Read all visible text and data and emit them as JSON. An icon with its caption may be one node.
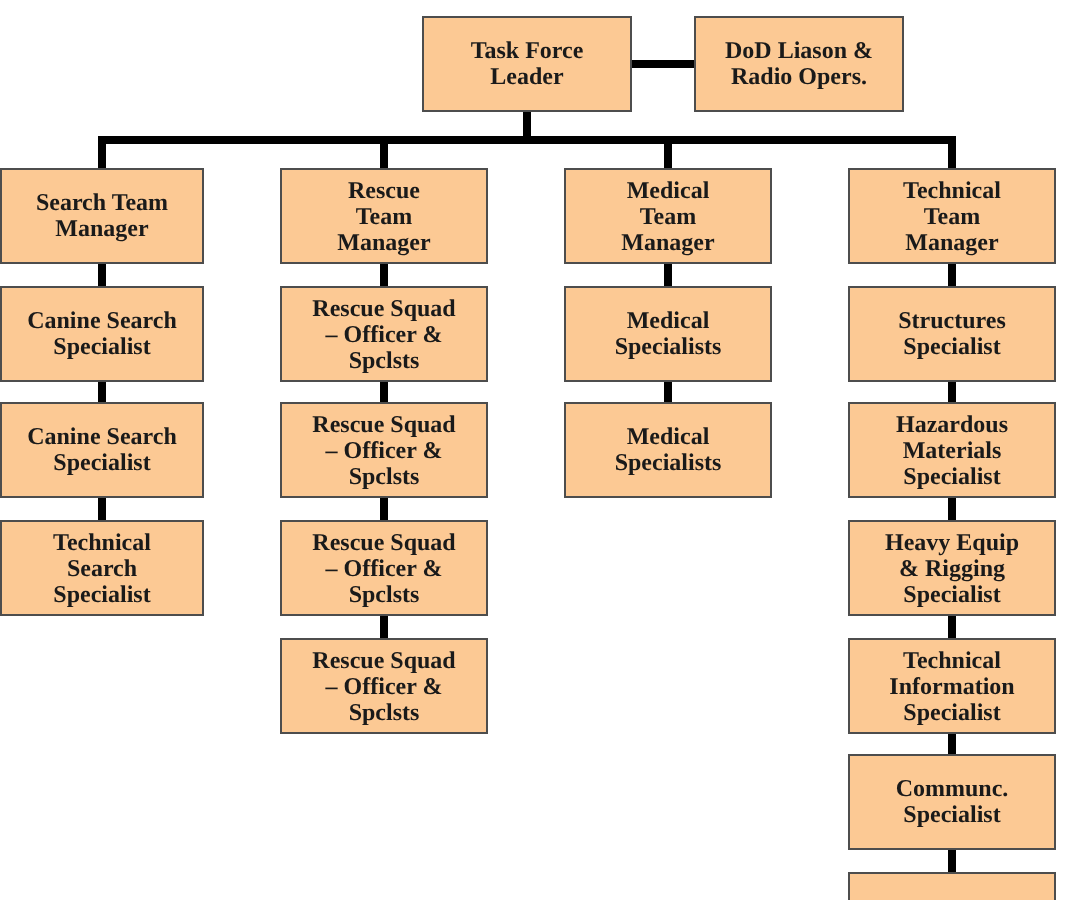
{
  "diagram": {
    "nodes": [
      {
        "text": [
          "Task Force Leader"
        ]
      },
      {
        "text": [
          "DoD Liason & Radio Opers."
        ]
      },
      {
        "text": [
          "Search Team Manager"
        ]
      },
      {
        "text": [
          "Rescue Team Manager"
        ]
      },
      {
        "text": [
          "Medical Team Manager"
        ]
      },
      {
        "text": [
          "Technical Team Manager"
        ]
      },
      {
        "text": [
          "Canine Search Specialist"
        ]
      },
      {
        "text": [
          "Canine Search Specialist"
        ]
      },
      {
        "text": [
          "Technical Search Specialist"
        ]
      },
      {
        "text": [
          "Rescue Squad – Officer & Spclsts"
        ]
      },
      {
        "text": [
          "Rescue Squad – Officer & Spclsts"
        ]
      },
      {
        "text": [
          "Rescue Squad – Officer & Spclsts"
        ]
      },
      {
        "text": [
          "Rescue Squad – Officer & Spclsts"
        ]
      },
      {
        "text": [
          "Medical Specialists"
        ]
      },
      {
        "text": [
          "Medical Specialists"
        ]
      },
      {
        "text": [
          "Structures Specialist"
        ]
      },
      {
        "text": [
          "Hazardous Materials Specialist"
        ]
      },
      {
        "text": [
          "Heavy Equip & Rigging Specialist"
        ]
      },
      {
        "text": [
          "Technical Information Specialist"
        ]
      },
      {
        "text": [
          "Communc. Specialist"
        ]
      },
      {
        "text": [],
        "shape": "box"
      }
    ],
    "edges": [
      {
        "from": 0,
        "to": 1,
        "arrow": "none"
      },
      {
        "from": 0,
        "to": 2,
        "arrow": "none"
      },
      {
        "from": 0,
        "to": 3,
        "arrow": "none"
      },
      {
        "from": 0,
        "to": 4,
        "arrow": "none"
      },
      {
        "from": 0,
        "to": 5,
        "arrow": "none"
      },
      {
        "from": 2,
        "to": 6,
        "arrow": "none"
      },
      {
        "from": 6,
        "to": 7,
        "arrow": "none"
      },
      {
        "from": 7,
        "to": 8,
        "arrow": "none"
      },
      {
        "from": 3,
        "to": 9,
        "arrow": "none"
      },
      {
        "from": 9,
        "to": 10,
        "arrow": "none"
      },
      {
        "from": 10,
        "to": 11,
        "arrow": "none"
      },
      {
        "from": 11,
        "to": 12,
        "arrow": "none"
      },
      {
        "from": 4,
        "to": 13,
        "arrow": "none"
      },
      {
        "from": 13,
        "to": 14,
        "arrow": "none"
      },
      {
        "from": 5,
        "to": 15,
        "arrow": "none"
      },
      {
        "from": 15,
        "to": 16,
        "arrow": "none"
      },
      {
        "from": 16,
        "to": 17,
        "arrow": "none"
      },
      {
        "from": 17,
        "to": 18,
        "arrow": "none"
      },
      {
        "from": 18,
        "to": 19,
        "arrow": "none"
      },
      {
        "from": 19,
        "to": 20,
        "arrow": "none"
      }
    ]
  }
}
